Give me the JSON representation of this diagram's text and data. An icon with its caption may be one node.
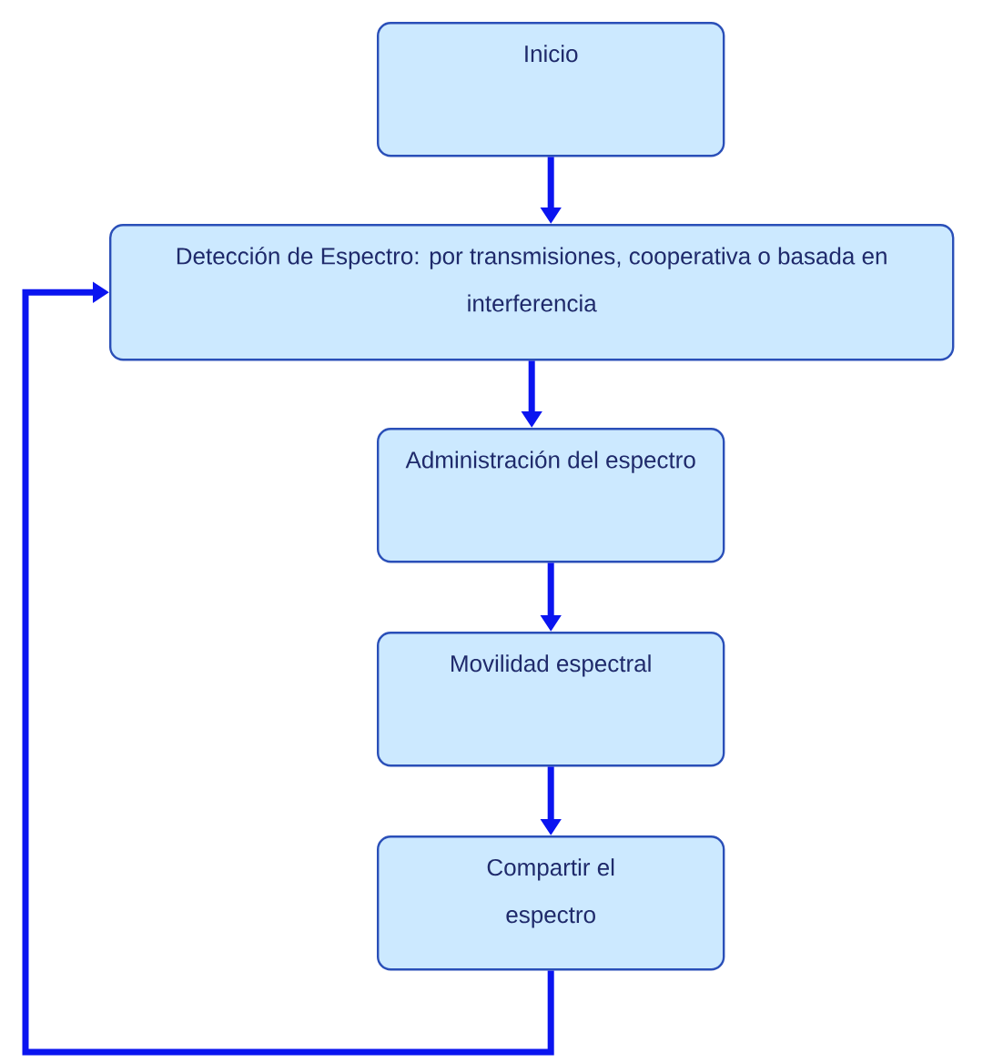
{
  "diagram": {
    "nodes": [
      {
        "text": [
          "Inicio"
        ]
      },
      {
        "text": [
          "Detección de Espectro: por transmisiones, cooperativa o basada en interferencia"
        ]
      },
      {
        "text": [
          "Administración del espectro"
        ]
      },
      {
        "text": [
          "Movilidad espectral"
        ]
      },
      {
        "text": [
          "Compartir el espectro"
        ]
      }
    ],
    "edges": [
      {
        "from": 0,
        "to": 1,
        "arrow": "to"
      },
      {
        "from": 1,
        "to": 2,
        "arrow": "to"
      },
      {
        "from": 2,
        "to": 3,
        "arrow": "to"
      },
      {
        "from": 3,
        "to": 4,
        "arrow": "to"
      },
      {
        "from": 4,
        "to": 1,
        "arrow": "to"
      }
    ]
  }
}
